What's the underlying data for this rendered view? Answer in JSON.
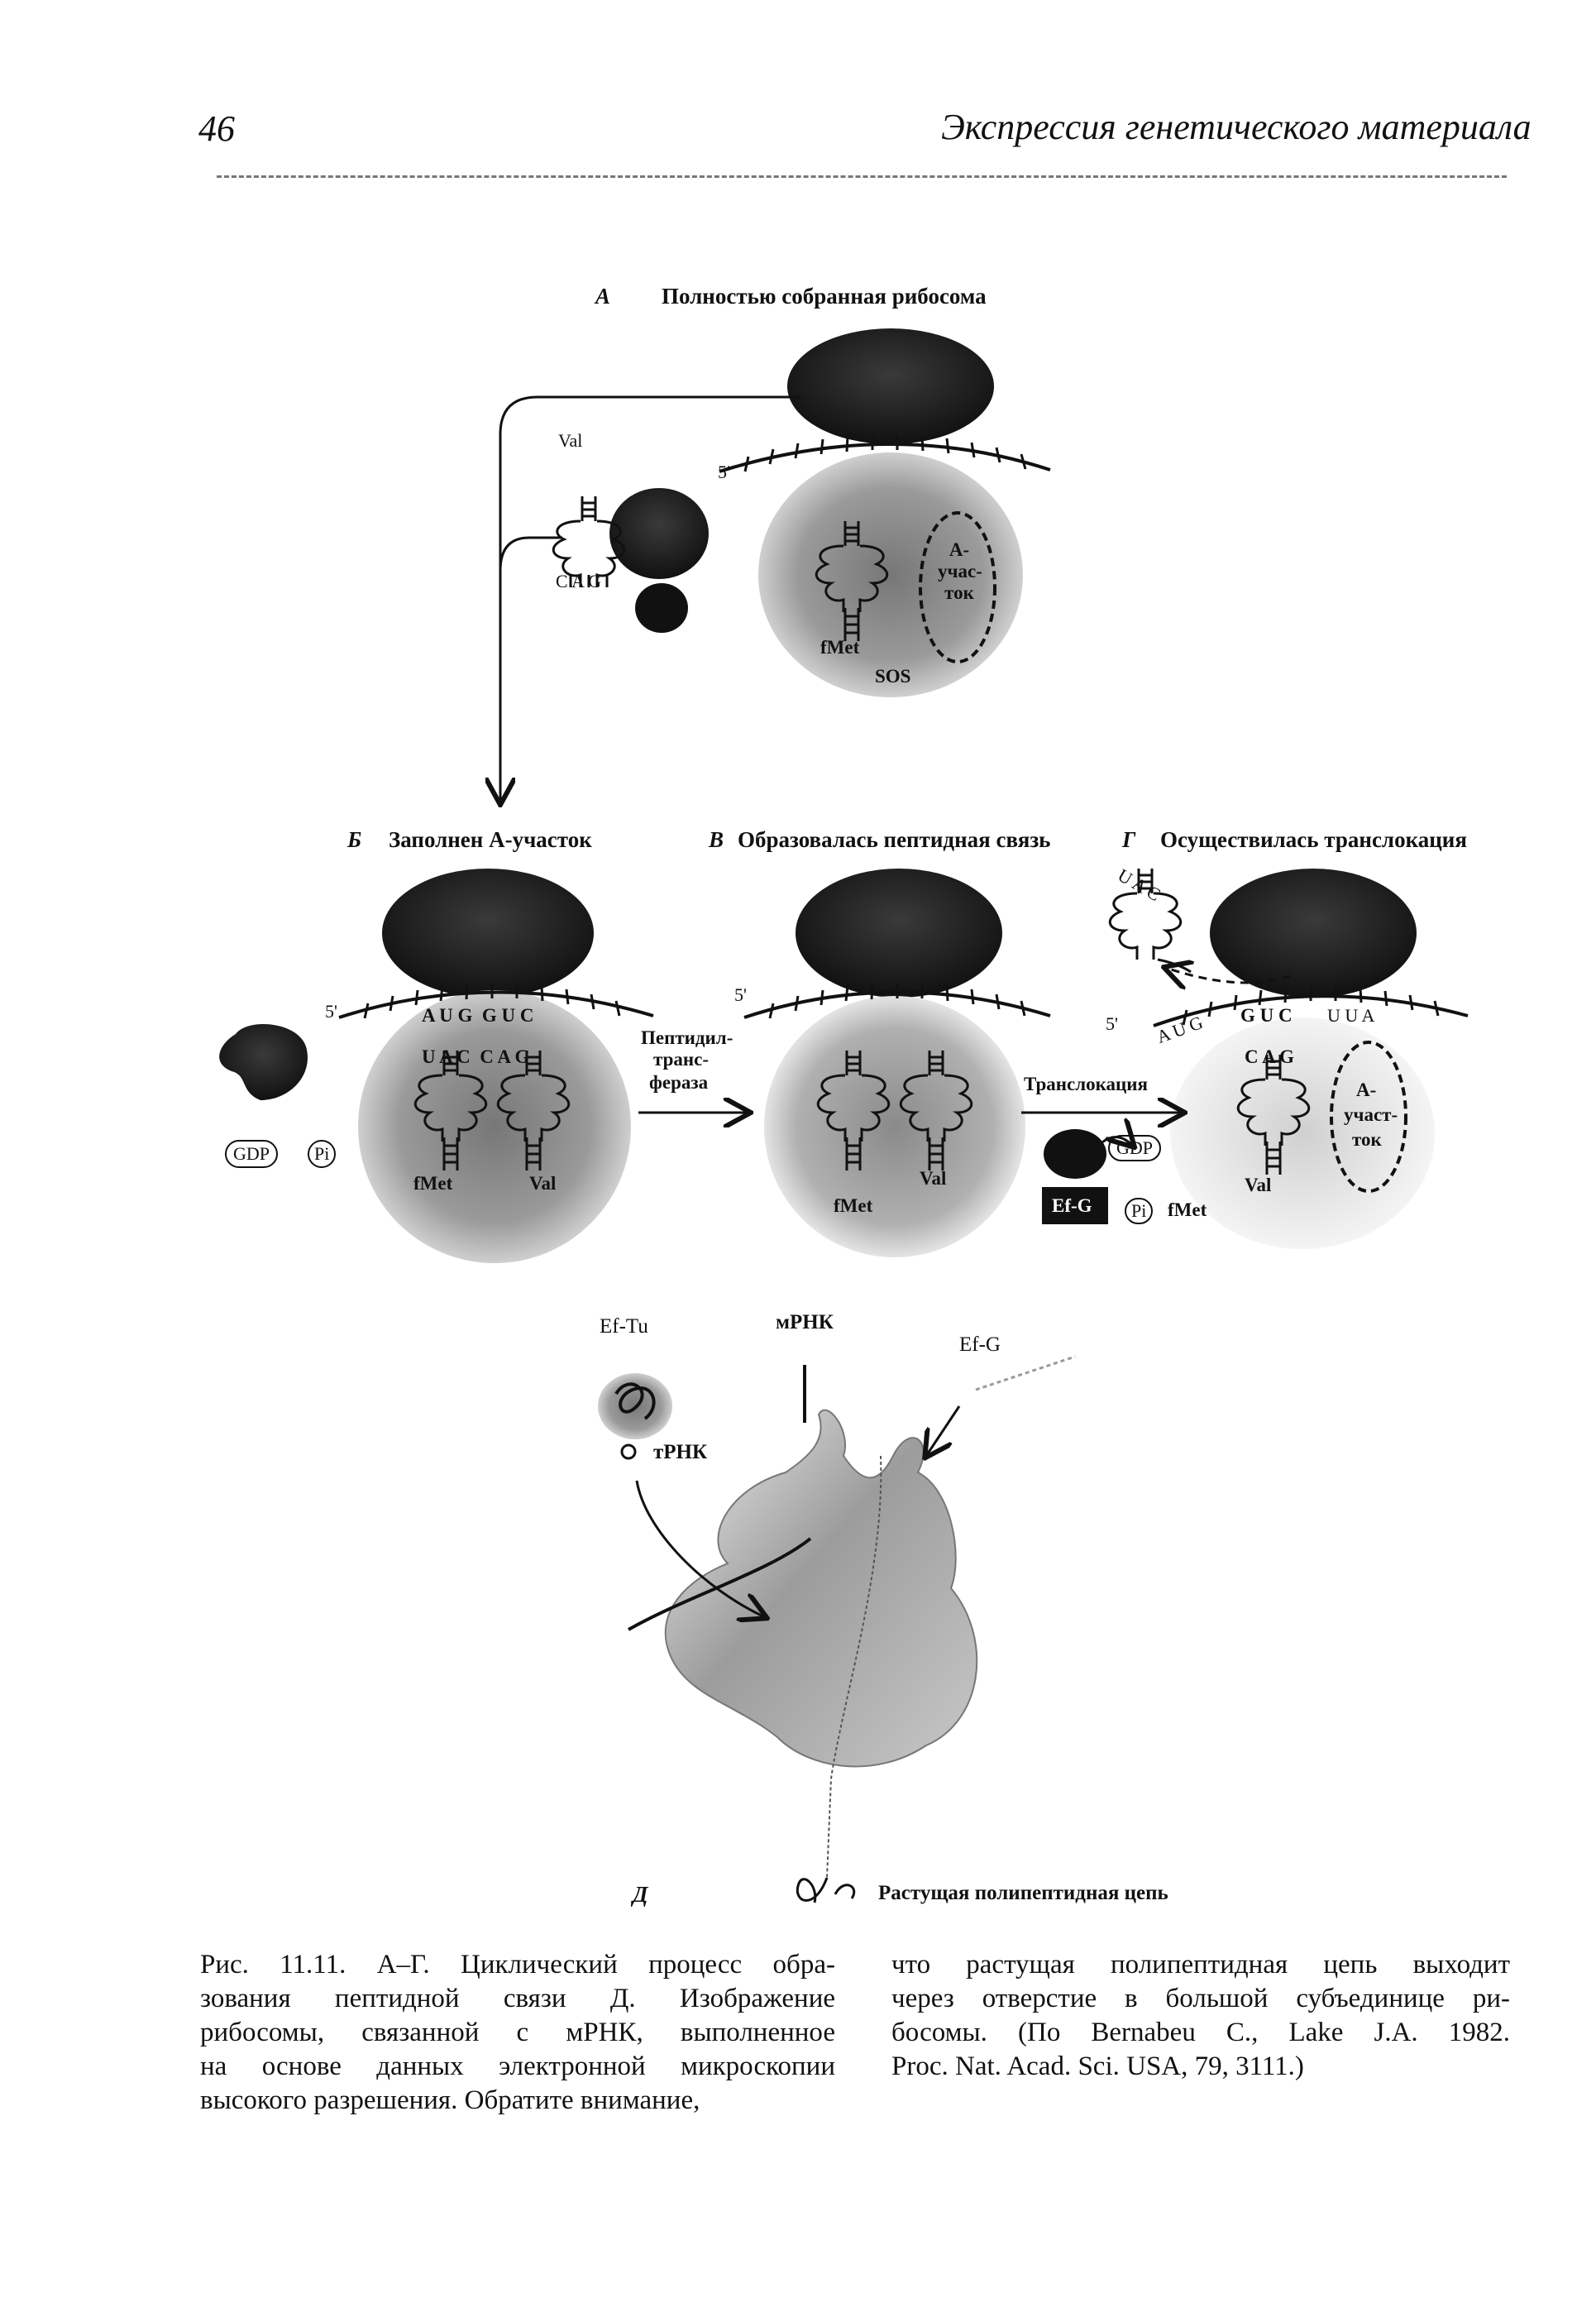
{
  "header": {
    "page_number": "46",
    "running_title": "Экспрессия генетического материала"
  },
  "figure": {
    "panel_a": {
      "letter": "А",
      "title": "Полностью собранная рибосома",
      "val": "Val",
      "anticodon": "C A G",
      "five_prime": "5'",
      "a_site": "А-учас-ток",
      "fmet": "fMet",
      "sos": "SOS"
    },
    "panel_b": {
      "letter": "Б",
      "title": "Заполнен А-участок",
      "five_prime": "5'",
      "codons": "A U G  G U C",
      "anticodons": "U A C  C A G",
      "fmet": "fMet",
      "val": "Val",
      "gdp": "GDP",
      "pi": "Pi"
    },
    "panel_c": {
      "letter": "В",
      "title": "Образовалась пептидная связь",
      "five_prime": "5'",
      "enzyme": [
        "Пептидил-",
        "транс-",
        "фераза"
      ],
      "fmet": "fMet",
      "val": "Val"
    },
    "panel_d": {
      "letter": "Г",
      "title": "Осуществилась транслокация",
      "five_prime": "5'",
      "free_anticodon": "U A C",
      "codons_left": "A U G",
      "codon_mid": "G U C",
      "codon_right": "U U A",
      "anticodon": "C A G",
      "translocation": "Транслокация",
      "gdp": "GDP",
      "efg": "Ef-G",
      "pi": "Pi",
      "fmet": "fMet",
      "val": "Val",
      "a_site": [
        "А-",
        "участ-",
        "ток"
      ]
    },
    "panel_e": {
      "letter": "Д",
      "ef_tu": "Ef-Tu",
      "mrna": "мРНК",
      "ef_g": "Ef-G",
      "trna": "тРНК",
      "chain": "Растущая полипептидная цепь"
    }
  },
  "caption": {
    "left": {
      "lines": [
        "Рис. 11.11. А–Г. Циклический процесс обра-",
        "зования пептидной связи Д. Изображение",
        "рибосомы, связанной с мРНК, выполненное",
        "на основе данных электронной микроскопии"
      ],
      "last": "высокого разрешения. Обратите внимание,"
    },
    "right": {
      "lines": [
        "что растущая полипептидная цепь выходит",
        "через отверстие в большой субъединице ри-",
        "босомы. (По Bernabeu C., Lake J.A. 1982."
      ],
      "last": "Proc. Nat. Acad. Sci. USA, 79, 3111.)"
    }
  }
}
